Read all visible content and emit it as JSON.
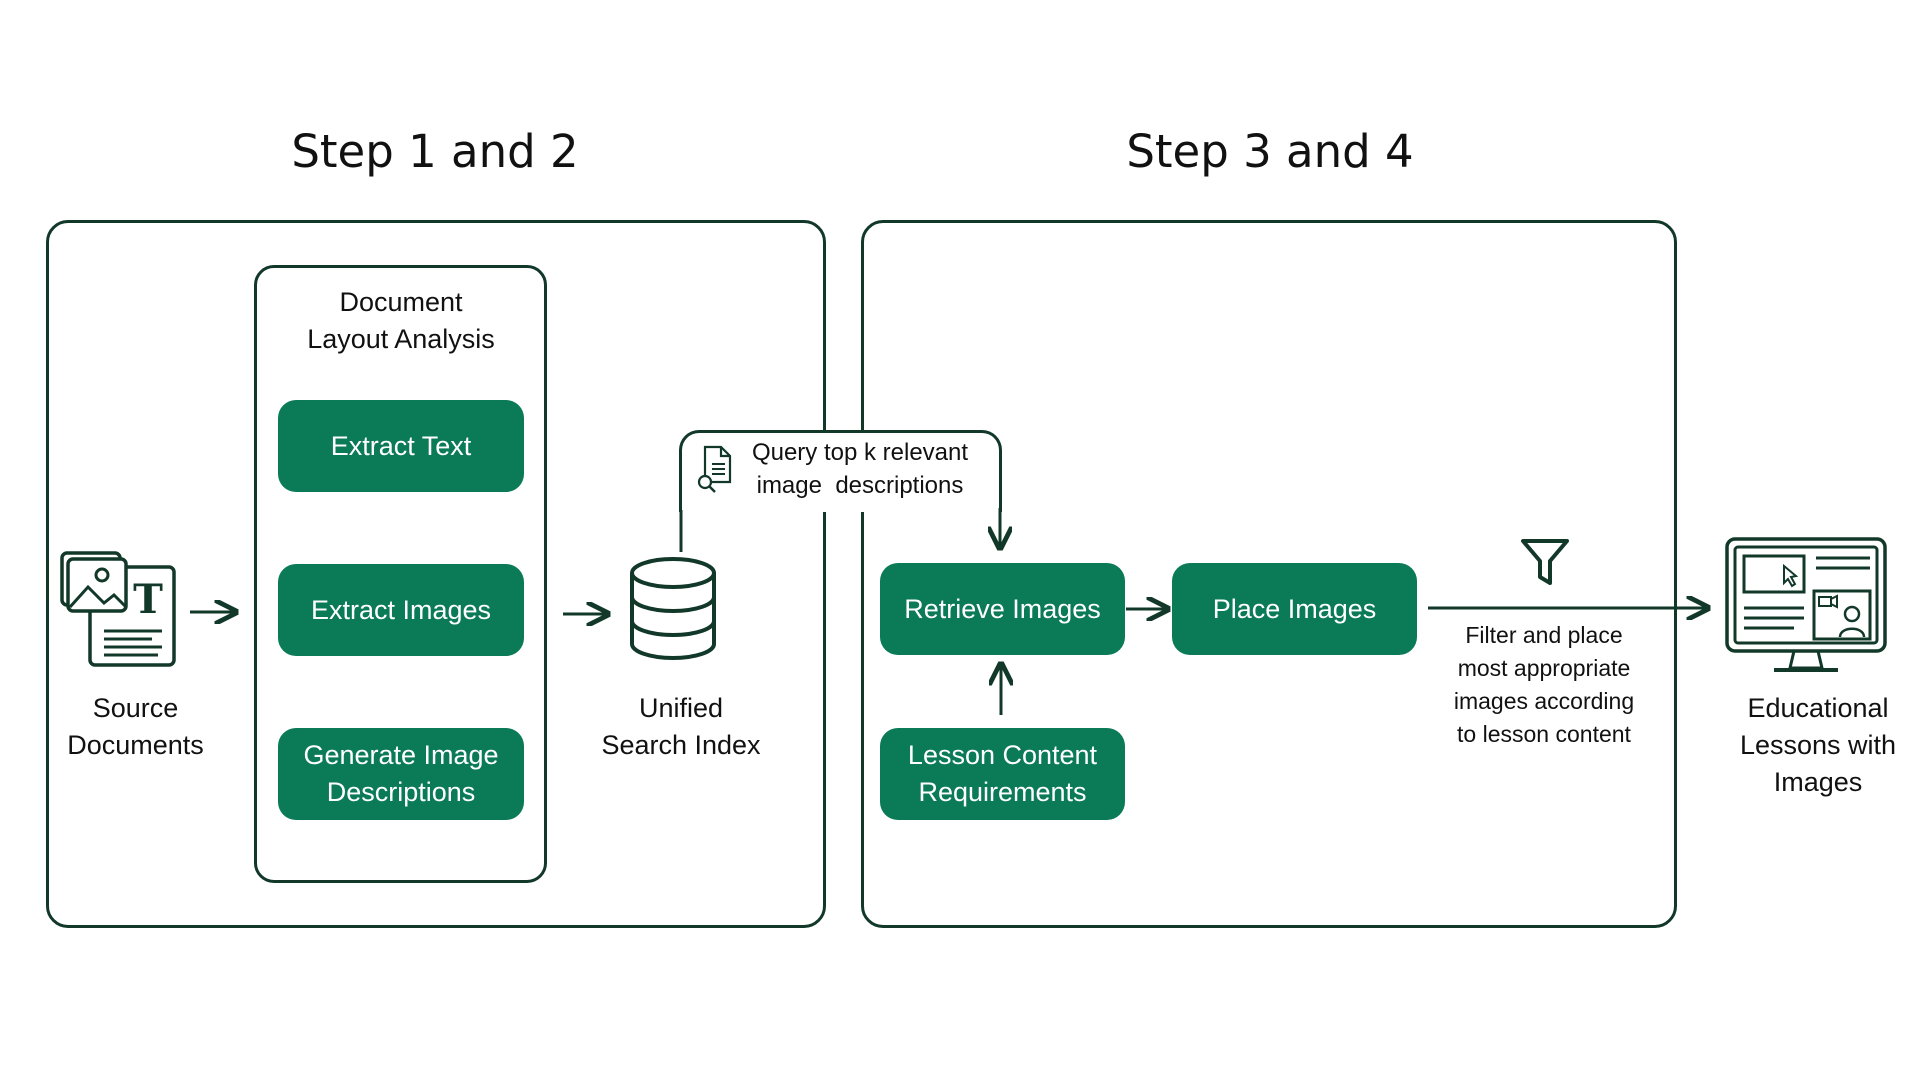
{
  "titles": {
    "left": "Step 1 and 2",
    "right": "Step 3 and 4"
  },
  "source_documents": {
    "icon": "documents-icon",
    "label_line1": "Source",
    "label_line2": "Documents"
  },
  "layout_analysis": {
    "title_line1": "Document",
    "title_line2": "Layout Analysis",
    "extract_text": "Extract Text",
    "extract_images": "Extract Images",
    "generate_line1": "Generate Image",
    "generate_line2": "Descriptions"
  },
  "search_index": {
    "icon": "database-icon",
    "label_line1": "Unified",
    "label_line2": "Search Index"
  },
  "query": {
    "icon": "document-search-icon",
    "line1": "Query top k relevant",
    "line2": "image  descriptions"
  },
  "step34": {
    "retrieve_images": "Retrieve Images",
    "place_images": "Place Images",
    "lesson_line1": "Lesson Content",
    "lesson_line2": "Requirements"
  },
  "filter": {
    "icon": "filter-funnel-icon",
    "line1": "Filter and place",
    "line2": "most appropriate",
    "line3": "images according",
    "line4": "to lesson content"
  },
  "output": {
    "icon": "monitor-lesson-icon",
    "line1": "Educational",
    "line2": "Lessons with",
    "line3": "Images"
  },
  "colors": {
    "pill_fill": "#0b7a57",
    "stroke": "#12382a",
    "text": "#111111"
  }
}
